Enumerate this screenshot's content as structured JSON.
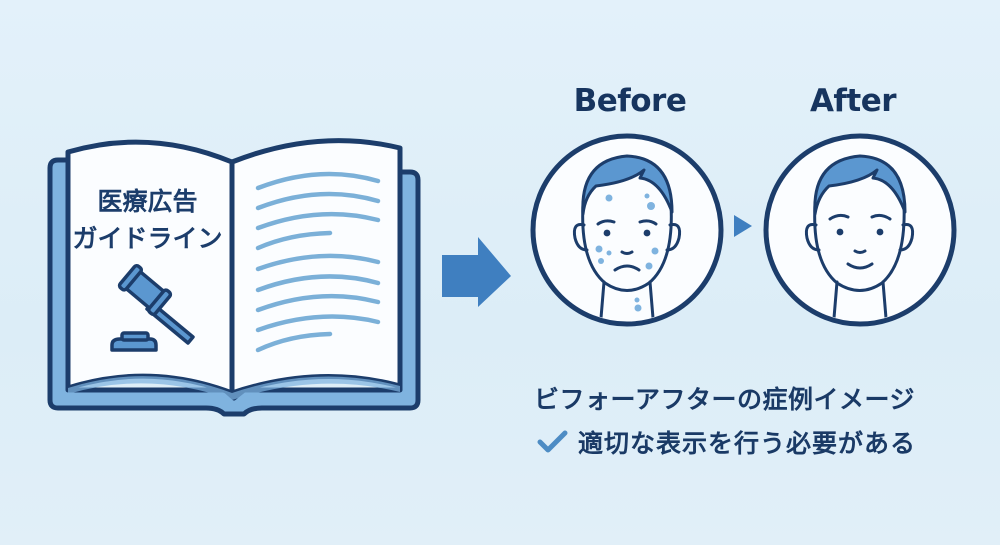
{
  "book": {
    "title_line1": "医療広告",
    "title_line2": "ガイドライン",
    "left_page_icon": "gavel-icon",
    "right_page_lines": 9
  },
  "transition_arrow": "right-arrow-icon",
  "comparison": {
    "before_label": "Before",
    "after_label": "After",
    "before_face": "face-with-acne-sad-icon",
    "after_face": "face-clear-smiling-icon",
    "between_icon": "triangle-right-icon"
  },
  "captions": {
    "line1": "ビフォーアフターの症例イメージ",
    "line2": "適切な表示を行う必要がある",
    "line2_icon": "checkmark-icon"
  },
  "colors": {
    "background": "#e0eff8",
    "dark_navy": "#1c3d6b",
    "accent_blue": "#3f7fc0",
    "light_blue": "#7fb3df",
    "text_line_blue": "#7bb0d8",
    "page_white": "#fbfdff"
  }
}
